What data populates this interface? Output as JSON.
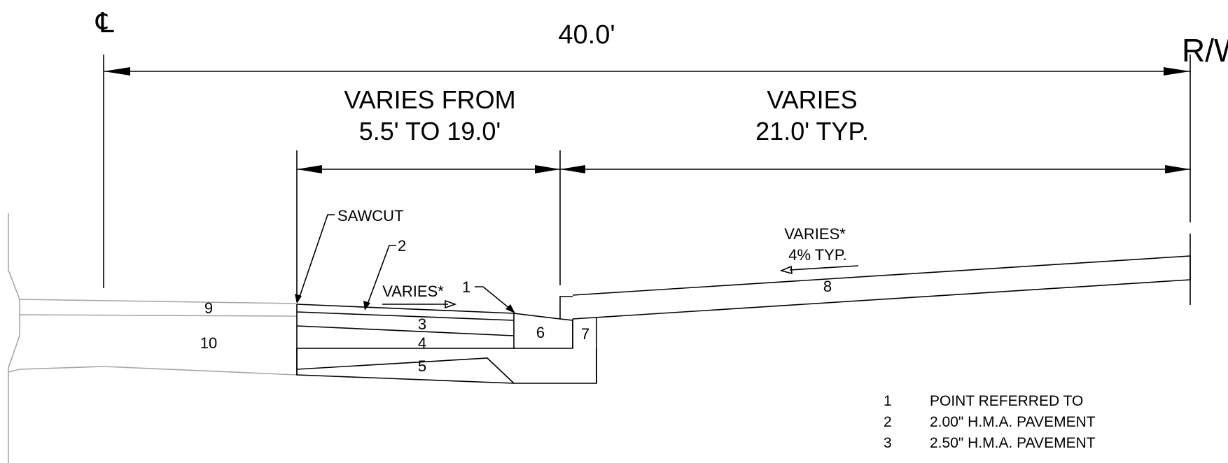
{
  "centerline_symbol": "℄",
  "row_label": "R/W",
  "dimensions": {
    "overall": "40.0'",
    "left_span_line1": "VARIES FROM",
    "left_span_line2": "5.5' TO 19.0'",
    "right_span_line1": "VARIES",
    "right_span_line2": "21.0' TYP."
  },
  "callouts": {
    "sawcut": "SAWCUT",
    "leader_2": "2",
    "leader_1": "1",
    "slope_left": "VARIES*",
    "slope_right_line1": "VARIES*",
    "slope_right_line2": "4% TYP."
  },
  "layer_numbers": [
    "1",
    "2",
    "3",
    "4",
    "5",
    "6",
    "7",
    "8",
    "9",
    "10"
  ],
  "legend": [
    {
      "num": "1",
      "text": "POINT REFERRED TO"
    },
    {
      "num": "2",
      "text": "2.00\" H.M.A. PAVEMENT"
    },
    {
      "num": "3",
      "text": "2.50\" H.M.A. PAVEMENT"
    }
  ]
}
